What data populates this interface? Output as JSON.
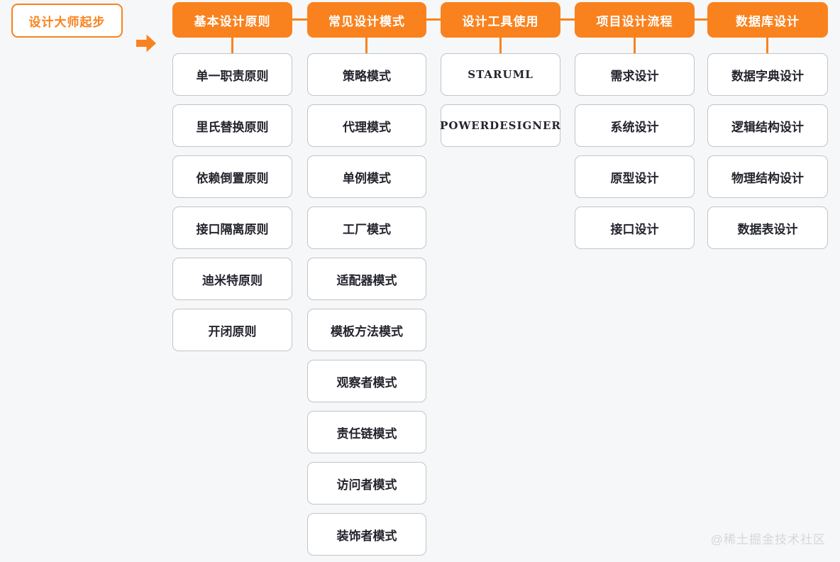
{
  "page": {
    "background_color": "#F6F7F8",
    "accent_color": "#F9821E",
    "node_border_color": "#C3C4C9",
    "node_text_color": "#24242E",
    "watermark": "@稀土掘金技术社区"
  },
  "start": {
    "label": "设计大师起步"
  },
  "columns": [
    {
      "title": "基本设计原则",
      "items": [
        "单一职责原则",
        "里氏替换原则",
        "依赖倒置原则",
        "接口隔离原则",
        "迪米特原则",
        "开闭原则"
      ]
    },
    {
      "title": "常见设计模式",
      "items": [
        "策略模式",
        "代理模式",
        "单例模式",
        "工厂模式",
        "适配器模式",
        "模板方法模式",
        "观察者模式",
        "责任链模式",
        "访问者模式",
        "装饰者模式"
      ]
    },
    {
      "title": "设计工具使用",
      "items": [
        "STARUML",
        "POWERDESIGNER"
      ]
    },
    {
      "title": "项目设计流程",
      "items": [
        "需求设计",
        "系统设计",
        "原型设计",
        "接口设计"
      ]
    },
    {
      "title": "数据库设计",
      "items": [
        "数据字典设计",
        "逻辑结构设计",
        "物理结构设计",
        "数据表设计"
      ]
    }
  ]
}
